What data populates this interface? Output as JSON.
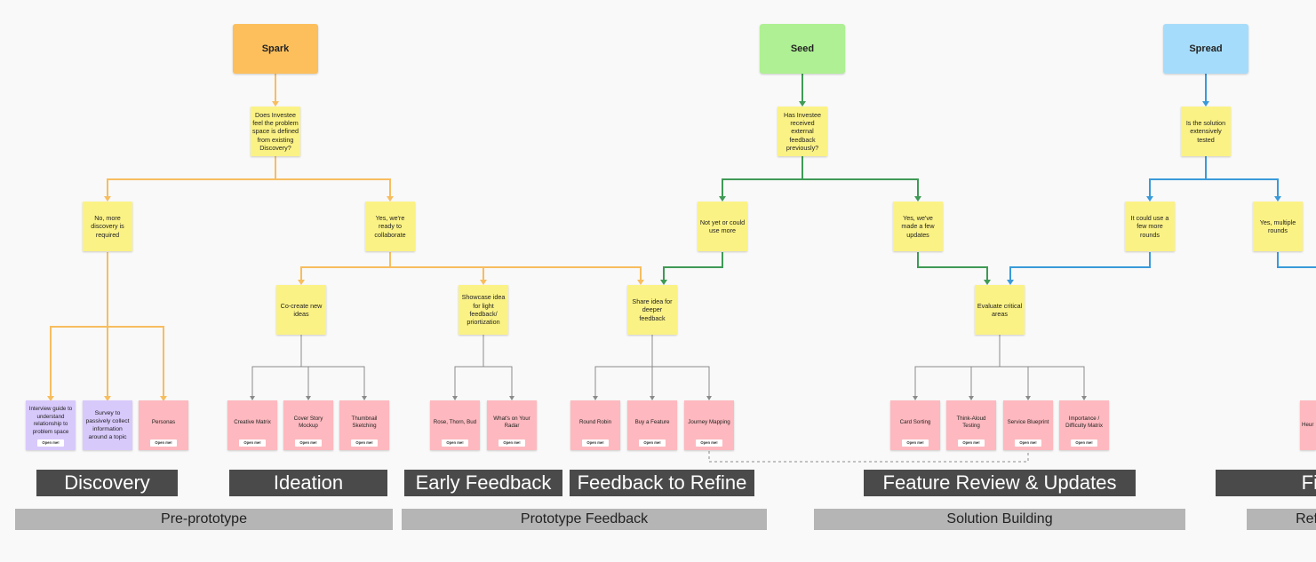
{
  "phases": {
    "spark": {
      "label": "Spark",
      "color": "#fcbf5c"
    },
    "seed": {
      "label": "Seed",
      "color": "#aef093"
    },
    "spread": {
      "label": "Spread",
      "color": "#a6dcfb"
    }
  },
  "questions": {
    "spark_q": "Does Investee feel the problem space is defined from existing Discovery?",
    "seed_q": "Has Investee received external feedback previously?",
    "spread_q": "Is the solution extensively tested",
    "no_more_discovery": "No, more discovery is required",
    "yes_ready": "Yes, we're ready to collaborate",
    "not_yet": "Not yet or could use more",
    "yes_few_updates": "Yes, we've made a few updates",
    "few_more_rounds": "It could use a few more rounds",
    "yes_multiple": "Yes, multiple rounds",
    "co_create": "Co-create new ideas",
    "showcase": "Showcase idea for light feedback/ priortization",
    "share_idea": "Share idea for deeper feedback",
    "evaluate": "Evaluate critical areas"
  },
  "methods": {
    "open_label": "Open me!",
    "interview_guide": "Interview guide to understand relationship to problem space",
    "survey": "Survey to passively collect information around a topic",
    "personas": "Personas",
    "creative_matrix": "Creative Matrix",
    "cover_story": "Cover Story Mockup",
    "thumbnail": "Thumbnail Sketching",
    "rose_thorn": "Rose, Thorn, Bud",
    "whats_on_radar": "What's on Your Radar",
    "round_robin": "Round Robin",
    "buy_feature": "Buy a Feature",
    "journey_mapping": "Journey Mapping",
    "card_sorting": "Card Sorting",
    "think_aloud": "Think-Aloud Testing",
    "service_blueprint": "Service Blueprint",
    "importance": "Importance / Difficulty Matrix",
    "partial": "Heur"
  },
  "stage_labels": {
    "discovery": "Discovery",
    "ideation": "Ideation",
    "early_feedback": "Early Feedback",
    "feedback_refine": "Feedback to Refine",
    "feature_review": "Feature Review & Updates",
    "partial": "Fi"
  },
  "bands": {
    "pre_prototype": "Pre-prototype",
    "prototype_feedback": "Prototype Feedback",
    "solution_building": "Solution Building",
    "partial": "Ref"
  },
  "connector_colors": {
    "spark": "#f7bd5f",
    "seed": "#3f9a55",
    "spread": "#3a9ad9",
    "neutral": "#8a8a8a"
  }
}
